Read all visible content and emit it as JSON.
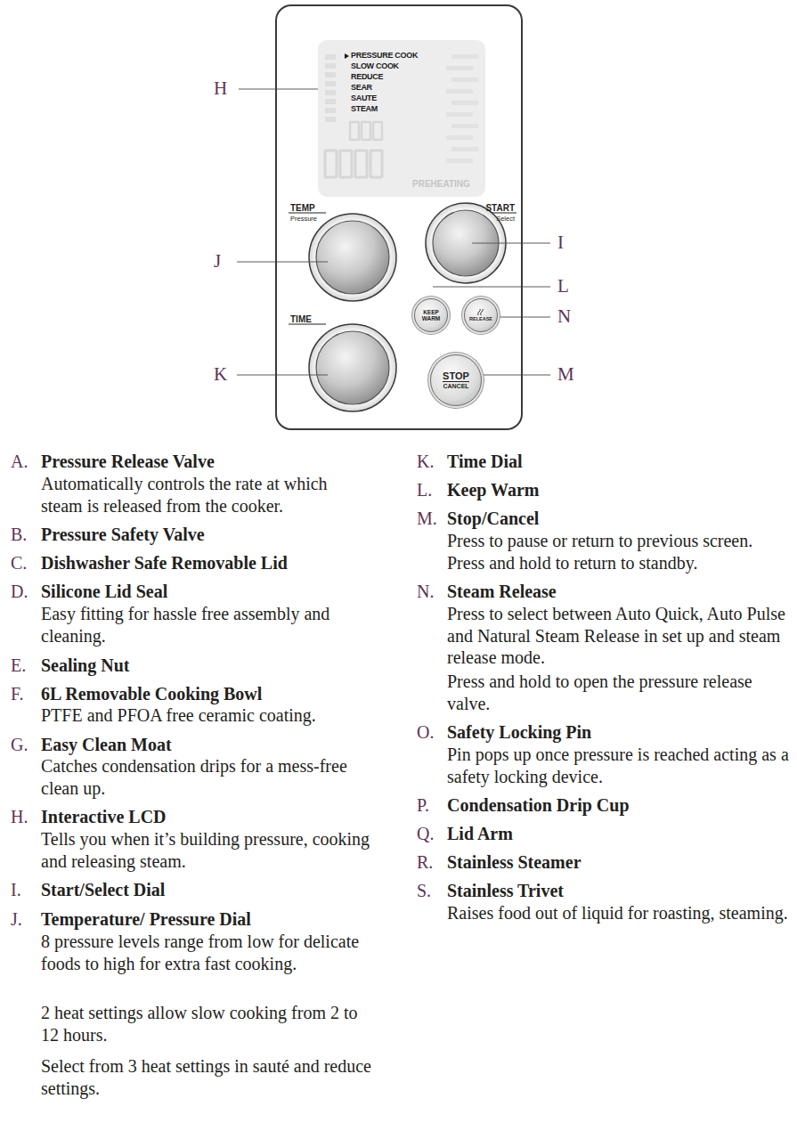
{
  "diagram": {
    "nodes": [
      {
        "text": [
          "TEMP",
          "Pressure",
          "START",
          "Select",
          "TIME"
        ]
      },
      {
        "text": [
          "PRESSURE COOK",
          "SLOW COOK",
          "REDUCE",
          "SEAR",
          "SAUTE",
          "STEAM",
          "PREHEATING"
        ],
        "in": 0
      },
      {
        "text": [
          "KEEP WARM"
        ],
        "in": 0
      },
      {
        "text": [
          "RELEASE"
        ],
        "in": 0
      },
      {
        "text": [
          "STOP",
          "CANCEL"
        ],
        "in": 0
      }
    ],
    "edges": [],
    "labels": [
      "H",
      "J",
      "K",
      "I",
      "L",
      "N",
      "M",
      "A.",
      "Pressure Release Valve",
      "Automatically controls the rate at which steam is released from the cooker.",
      "B.",
      "Pressure Safety Valve",
      "C.",
      "Dishwasher Safe Removable Lid",
      "D.",
      "Silicone Lid Seal",
      "Easy fitting for hassle free assembly and cleaning.",
      "E.",
      "Sealing Nut",
      "F.",
      "6L Removable Cooking Bowl",
      "PTFE and PFOA free ceramic coating.",
      "G.",
      "Easy Clean Moat",
      "Catches condensation drips for a mess-free clean up.",
      "H.",
      "Interactive LCD",
      "Tells you when it’s building pressure, cooking and releasing steam.",
      "I.",
      "Start/Select Dial",
      "J.",
      "Temperature/ Pressure Dial",
      "8 pressure levels range from low for delicate foods to high for extra fast cooking.",
      "2 heat settings allow slow cooking from 2 to 12 hours.",
      "Select from 3 heat settings in sauté and reduce settings.",
      "K.",
      "Time Dial",
      "L.",
      "Keep Warm",
      "M.",
      "Stop/Cancel",
      "Press to pause or return to previous screen.",
      "Press and hold to return to standby.",
      "N.",
      "Steam Release",
      "Press to select between Auto Quick, Auto Pulse and Natural Steam Release in set up and steam release mode.",
      "Press and hold to open the pressure release valve.",
      "O.",
      "Safety Locking Pin",
      "Pin pops up once pressure is reached acting as a safety locking device.",
      "P.",
      "Condensation Drip Cup",
      "Q.",
      "Lid Arm",
      "R.",
      "Stainless Steamer",
      "S.",
      "Stainless Trivet",
      "Raises food out of liquid for roasting, steaming."
    ]
  }
}
